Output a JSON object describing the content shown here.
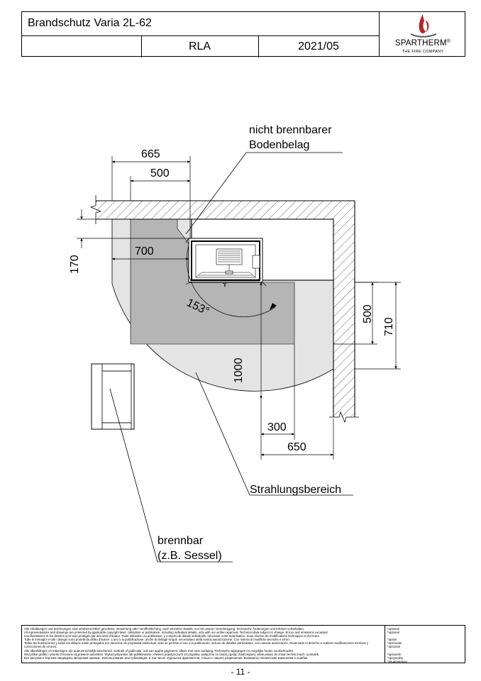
{
  "header": {
    "title": "Brandschutz Varia 2L-62",
    "code": "RLA",
    "date": "2021/05",
    "brand": "SPARTHERM",
    "brand_mark": "®",
    "tagline": "THE FIRE COMPANY"
  },
  "drawing": {
    "label_floor_1": "nicht brennbarer",
    "label_floor_2": "Bodenbelag",
    "label_radiation": "Strahlungsbereich",
    "label_flammable_1": "brennbar",
    "label_flammable_2": "(z.B. Sessel)",
    "dims": {
      "d665": "665",
      "d500_top": "500",
      "d700": "700",
      "d170": "170",
      "angle": "153°",
      "d1000": "1000",
      "d500_right": "500",
      "d710": "710",
      "d300": "300",
      "d650": "650"
    }
  },
  "footer": {
    "legal": [
      "Alle Abbildungen und Zeichnungen sind urheberrechtlich geschützt. Verwertung oder Veröffentlichung, auch einzelner Details, nur mit unserer Genehmigung. Technische Änderungen und Irrtümer vorbehalten.",
      "All representations and drawings are protected by applicable copyright laws. Utilisation or publication, including individual details, only with our written approval. Technical data subject to change. Errors and omissions excepted.",
      "Les illustrations et les dessins sont tous protégés par des droit d'auteur. Toute utilisation ou publication, y compris de détails individuels, nécessite notre autorisation. Sous réserve de modifications techniques et d'erreurs.",
      "Tutte le immagini e tutti i disegni sono protetti da diritto d'autore. L'uso o la pubblicazione, anche di dettagli singoli, necessitano della nostra autorizzazione. Con riserva di modifiche tecniche e errori.",
      "Todas las ilustraciones y todos los dibujos están protegidos por derechos de propiedad intelectual. Solo se permite el uso o la publicación, incluso de detalles particulares, con nuestra autorización. Reservado el derecho a realizar modificaciones técnicas y correcciones de errores.",
      "Alle afbeeldingen en tekeningen zijn auteursrechtelijk beschermd. Gebruik of publicatie, ook van aparte gegevens, alleen met onze toelating. Technische wijzigingen en mogelijke fouten voorbehouden.",
      "Wszystkie grafiki i rysunki chronione są prawem autorskim. Wykorzystywanie lub publikowanie, również pojedynczych szczegółów, wyłącznie za naszą zgodą. Zastrzegamy sobie prawo do zmian technicznych i pomyłek.",
      "Все рисунки и чертежи защищены авторским правом.. Использование или публикация, в том числе отдельных фрагментов, только с нашего разрешения. Возможны технические изменения и ошибки."
    ],
    "options": [
      "*optional",
      "*optional",
      "",
      "*option",
      "*opzionale",
      "*opcional",
      "",
      "*optionele",
      "*opcjonalny",
      "*опционально"
    ]
  },
  "page_number": "- 11 -"
}
